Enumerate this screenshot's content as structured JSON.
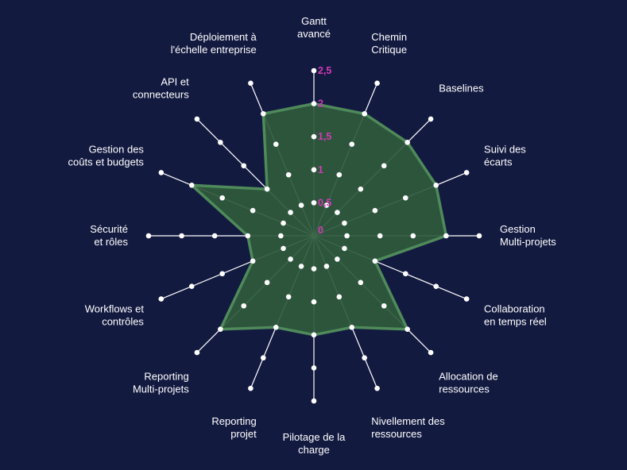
{
  "chart_data": {
    "type": "radar",
    "categories": [
      "Gantt\navancé",
      "Chemin\nCritique",
      "Baselines",
      "Suivi des\nécarts",
      "Gestion\nMulti-projets",
      "Collaboration\nen temps réel",
      "Allocation de\nressources",
      "Nivellement des\nressources",
      "Pilotage de la\ncharge",
      "Reporting\nprojet",
      "Reporting\nMulti-projets",
      "Workflows et\ncontrôles",
      "Sécurité\net rôles",
      "Gestion des\ncoûts et budgets",
      "API et\nconnecteurs",
      "Déploiement à\nl'échelle entreprise"
    ],
    "series": [
      {
        "values": [
          2,
          2,
          2,
          2,
          2,
          1,
          2,
          1.5,
          1.5,
          1.5,
          2,
          1,
          1,
          2,
          1,
          2
        ]
      }
    ],
    "tick_labels": [
      "0",
      "0,5",
      "1",
      "1,5",
      "2",
      "2,5"
    ],
    "rlim": [
      0,
      2.5
    ],
    "grid": true,
    "colors": {
      "background": "#131a40",
      "fill": "#2f5a3c",
      "stroke": "#4f8a5a",
      "axis": "#ffffff",
      "tick_label": "#d23bb5",
      "label": "#ffffff"
    }
  }
}
